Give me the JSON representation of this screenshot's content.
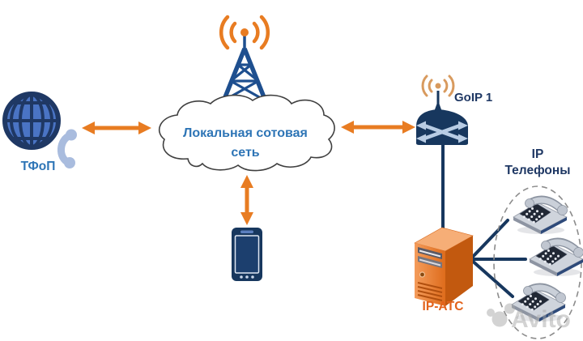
{
  "diagram": {
    "pstn_label": "ТФоП",
    "cloud_label_line1": "Локальная сотовая",
    "cloud_label_line2": "сеть",
    "goip_label": "GoIP 1",
    "pbx_label": "IP-АТС",
    "phones_label_line1": "IP",
    "phones_label_line2": "Телефоны",
    "watermark_text": "Avito",
    "colors": {
      "arrow_orange": "#E87C22",
      "tower_blue": "#1E4F8F",
      "device_navy": "#17375E",
      "label_blue": "#2E75B6",
      "label_navy": "#1F3864",
      "server_orange": "#ED7D31",
      "server_label_orange": "#E2621B",
      "goip_wave_orange": "#D89A5E",
      "handset_light_blue": "#A9BCDE"
    },
    "connections": [
      {
        "from": "ТФоП",
        "to": "Локальная сотовая сеть",
        "type": "bidirectional-arrow"
      },
      {
        "from": "Локальная сотовая сеть",
        "to": "GoIP 1",
        "type": "bidirectional-arrow"
      },
      {
        "from": "Локальная сотовая сеть",
        "to": "мобильный телефон",
        "type": "bidirectional-arrow"
      },
      {
        "from": "GoIP 1",
        "to": "IP-АТС",
        "type": "line"
      },
      {
        "from": "IP-АТС",
        "to": "IP телефон 1",
        "type": "line"
      },
      {
        "from": "IP-АТС",
        "to": "IP телефон 2",
        "type": "line"
      },
      {
        "from": "IP-АТС",
        "to": "IP телефон 3",
        "type": "line"
      }
    ]
  }
}
